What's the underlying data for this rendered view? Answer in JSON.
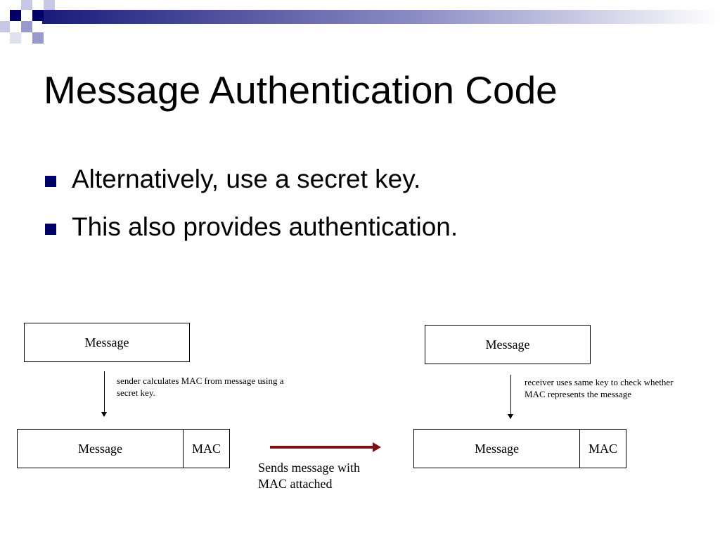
{
  "slide": {
    "title": "Message Authentication Code",
    "bullets": [
      "Alternatively, use a secret key.",
      "This also provides authentication."
    ]
  },
  "diagram": {
    "sender": {
      "message_label": "Message",
      "note_lines": [
        "sender calculates MAC from message using a",
        "secret key."
      ],
      "combined_message_label": "Message",
      "combined_mac_label": "MAC"
    },
    "transfer": {
      "label_lines": [
        "Sends message with",
        "MAC attached"
      ],
      "arrow_color": "#7a1010"
    },
    "receiver": {
      "message_label": "Message",
      "note_lines": [
        "receiver uses same key to check whether",
        "MAC represents the message"
      ],
      "combined_message_label": "Message",
      "combined_mac_label": "MAC"
    }
  },
  "theme": {
    "accent": "#000066",
    "decor_light": "#9999cc"
  }
}
